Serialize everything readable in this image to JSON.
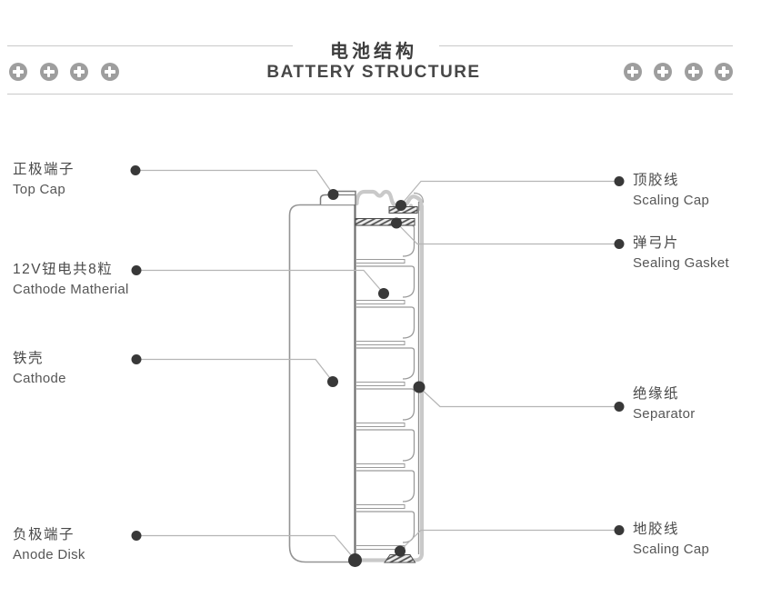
{
  "header": {
    "title_zh": "电池结构",
    "title_en": "BATTERY STRUCTURE",
    "decor": {
      "icon": "plus-icon",
      "left_count": 4,
      "right_count": 4
    }
  },
  "labels": {
    "left": [
      {
        "zh": "正极端子",
        "en": "Top Cap"
      },
      {
        "zh": "12V钮电共8粒",
        "en": "Cathode Matherial"
      },
      {
        "zh": "铁壳",
        "en": "Cathode"
      },
      {
        "zh": "负极端子",
        "en": "Anode Disk"
      }
    ],
    "right": [
      {
        "zh": "顶胶线",
        "en": "Scaling Cap"
      },
      {
        "zh": "弹弓片",
        "en": "Sealing Gasket"
      },
      {
        "zh": "绝缘纸",
        "en": "Separator"
      },
      {
        "zh": "地胶线",
        "en": "Scaling Cap"
      }
    ]
  },
  "diagram": {
    "name": "battery-cross-section",
    "cell_count": 8,
    "colors": {
      "outline": "#949494",
      "cut_line": "#6e6e6e",
      "cell_line": "#9a9a9a",
      "wrap": "#c9c9c9",
      "hatch": "#4d4d4d",
      "leader": "#b5b5b5",
      "dot": "#383838",
      "rule": "#c9c9c9",
      "icon": "#9e9e9e",
      "title": "#3d3d3d",
      "text": "#4a4a4a"
    }
  }
}
